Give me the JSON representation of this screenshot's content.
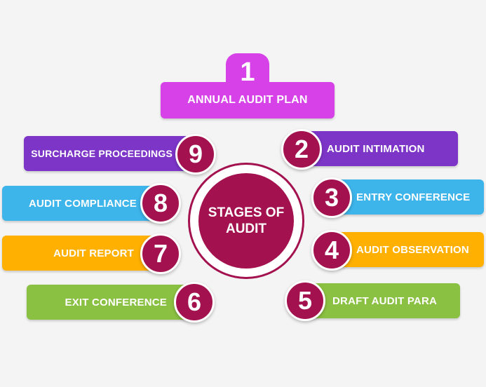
{
  "center": {
    "line1": "STAGES OF",
    "line2": "AUDIT"
  },
  "colors": {
    "magenta": "#d642e8",
    "purple": "#7d35c8",
    "blue": "#3db4ea",
    "orange": "#ffb000",
    "green": "#8bc142",
    "maroon": "#a3114f"
  },
  "stages": [
    {
      "number": "1",
      "label": "ANNUAL AUDIT PLAN"
    },
    {
      "number": "2",
      "label": "AUDIT INTIMATION"
    },
    {
      "number": "3",
      "label": "ENTRY CONFERENCE"
    },
    {
      "number": "4",
      "label": "AUDIT OBSERVATION"
    },
    {
      "number": "5",
      "label": "DRAFT AUDIT PARA"
    },
    {
      "number": "6",
      "label": "EXIT CONFERENCE"
    },
    {
      "number": "7",
      "label": "AUDIT REPORT"
    },
    {
      "number": "8",
      "label": "AUDIT COMPLIANCE"
    },
    {
      "number": "9",
      "label": "SURCHARGE PROCEEDINGS"
    }
  ]
}
